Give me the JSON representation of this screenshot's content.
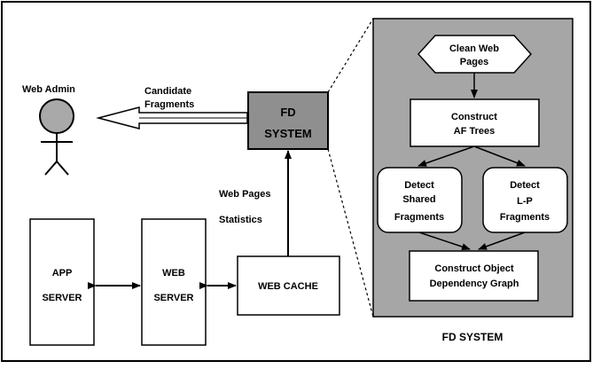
{
  "web_admin": {
    "label": "Web Admin"
  },
  "arrow_labels": {
    "candidate_fragments": [
      "Candidate",
      "Fragments"
    ],
    "web_pages_statistics": [
      "Web Pages",
      "Statistics"
    ]
  },
  "fd_system_box": {
    "lines": [
      "FD",
      "SYSTEM"
    ]
  },
  "app_server": {
    "lines": [
      "APP",
      "SERVER"
    ]
  },
  "web_server": {
    "lines": [
      "WEB",
      "SERVER"
    ]
  },
  "web_cache": {
    "label": "WEB CACHE"
  },
  "detail_panel": {
    "caption": "FD SYSTEM",
    "clean_web_pages": [
      "Clean Web",
      "Pages"
    ],
    "construct_af_trees": [
      "Construct",
      "AF Trees"
    ],
    "detect_shared": [
      "Detect",
      "Shared",
      "Fragments"
    ],
    "detect_lp": [
      "Detect",
      "L-P",
      "Fragments"
    ],
    "construct_odg": [
      "Construct Object",
      "Dependency Graph"
    ]
  },
  "colors": {
    "panel_fill": "#a6a6a6",
    "fd_box_fill": "#8f8f8f",
    "admin_head_fill": "#a9a9a9",
    "line": "#000000",
    "background": "#ffffff"
  }
}
